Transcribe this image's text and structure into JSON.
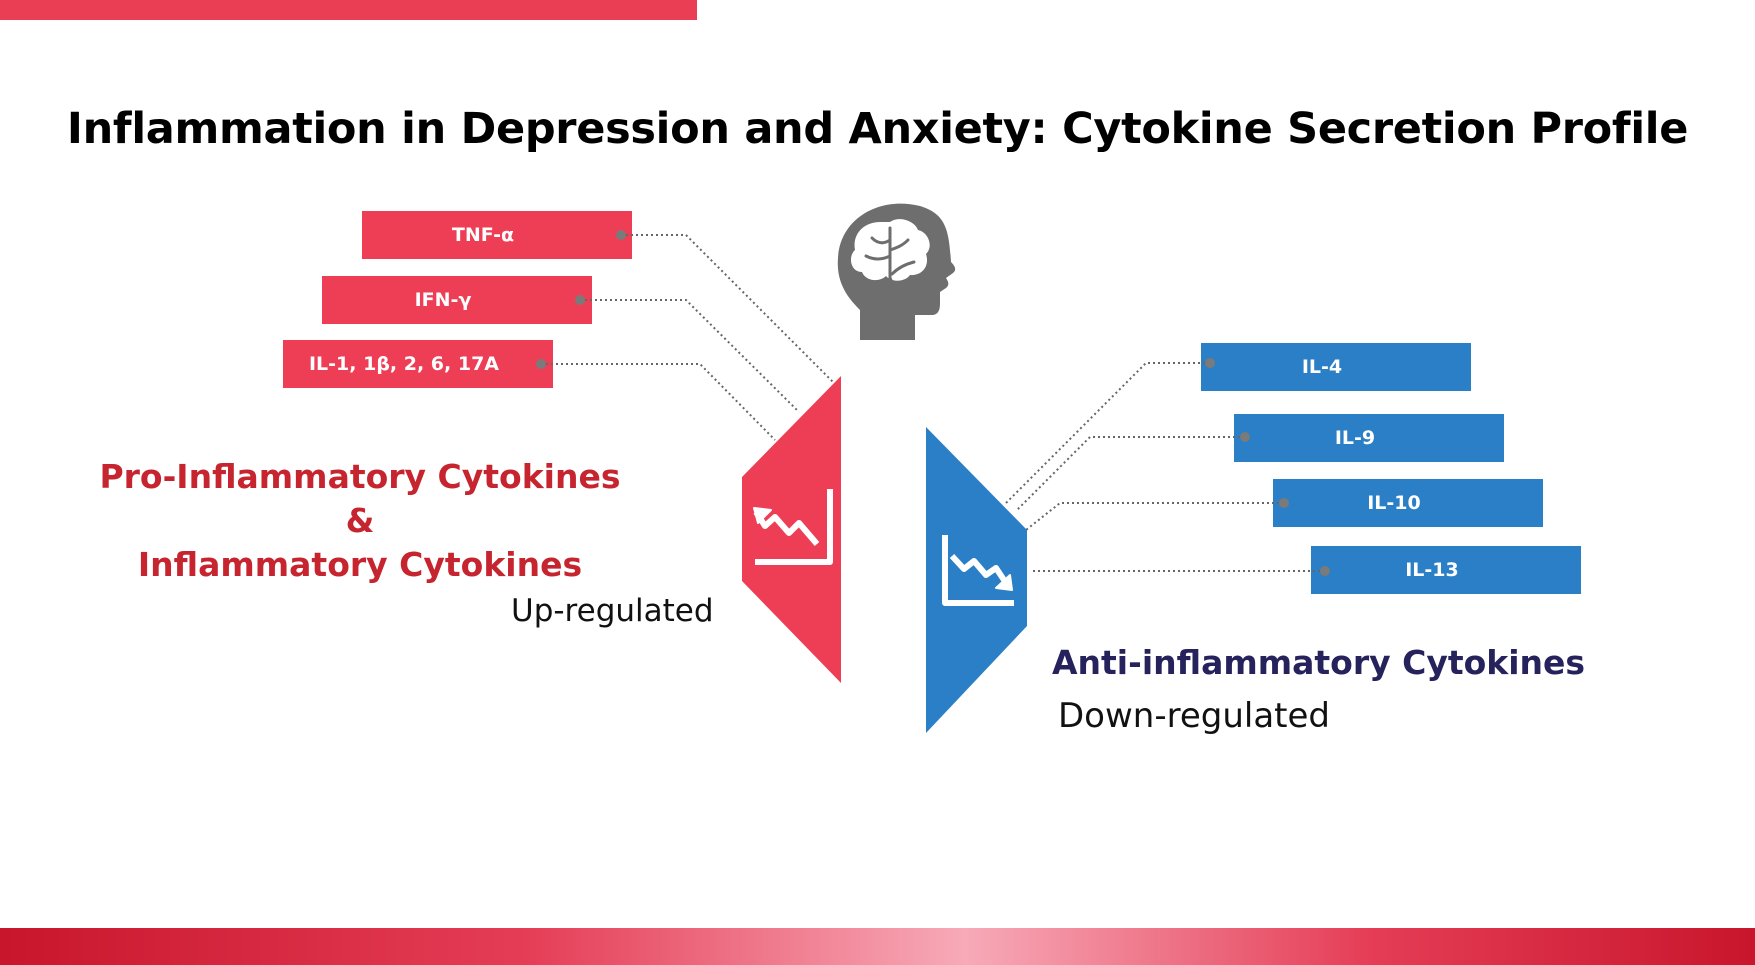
{
  "title": "Inflammation in Depression and Anxiety: Cytokine Secretion Profile",
  "pro_inflammatory": {
    "heading_lines": [
      "Pro-Inflammatory Cytokines",
      "&",
      "Inflammatory Cytokines"
    ],
    "status": "Up-regulated",
    "cytokines": [
      "TNF-α",
      "IFN-γ",
      "IL-1, 1β, 2, 6, 17A"
    ],
    "color": "#ee3e55"
  },
  "anti_inflammatory": {
    "heading": "Anti-inflammatory Cytokines",
    "status": "Down-regulated",
    "cytokines": [
      "IL-4",
      "IL-9",
      "IL-10",
      "IL-13"
    ],
    "color": "#2a7fc6"
  },
  "icons": [
    "head-brain-icon",
    "trend-up-chart-icon",
    "trend-down-chart-icon"
  ],
  "colors": {
    "accent_red": "#ee3e55",
    "heading_red": "#c6252f",
    "accent_blue": "#2a7fc6",
    "heading_navy": "#26235c",
    "icon_gray": "#6e6e6e"
  }
}
